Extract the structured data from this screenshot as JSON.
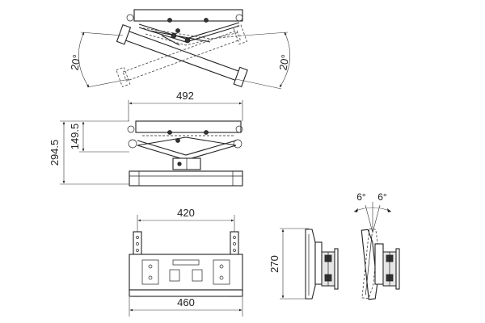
{
  "dimensions": {
    "top_angle_left": "20°",
    "top_angle_right": "20°",
    "width_492": "492",
    "height_149_5": "149.5",
    "height_294_5": "294.5",
    "width_420": "420",
    "width_460": "460",
    "height_270": "270",
    "tilt_left": "6°",
    "tilt_right": "6°"
  }
}
